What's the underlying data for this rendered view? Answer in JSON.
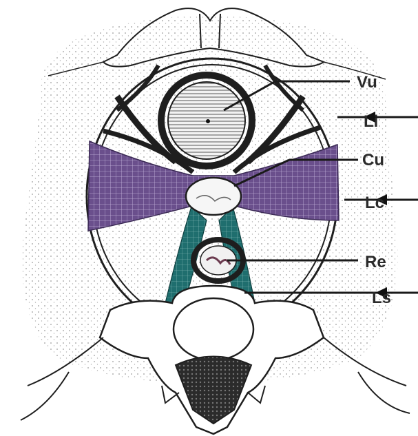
{
  "diagram": {
    "labels": {
      "vu": "Vu",
      "li": "Li",
      "cu": "Cu",
      "lc": "Lc",
      "re": "Re",
      "ls": "Ls"
    },
    "colors": {
      "ink": "#1e1e1e",
      "stipple": "#9a9a9a",
      "cardinal_ligament": "#6a4f8c",
      "sacrouterine_ligament": "#1f6e6e",
      "background": "#ffffff"
    }
  }
}
